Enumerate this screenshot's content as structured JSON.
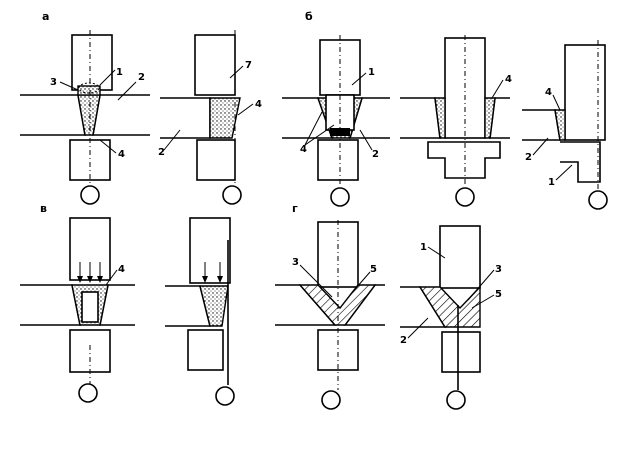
{
  "groups": {
    "a": "а",
    "b": "б",
    "v": "в",
    "g": "г"
  },
  "labels": {
    "n1": "1",
    "n2": "2",
    "n3": "3",
    "n4": "4",
    "n5": "5",
    "n7": "7"
  }
}
